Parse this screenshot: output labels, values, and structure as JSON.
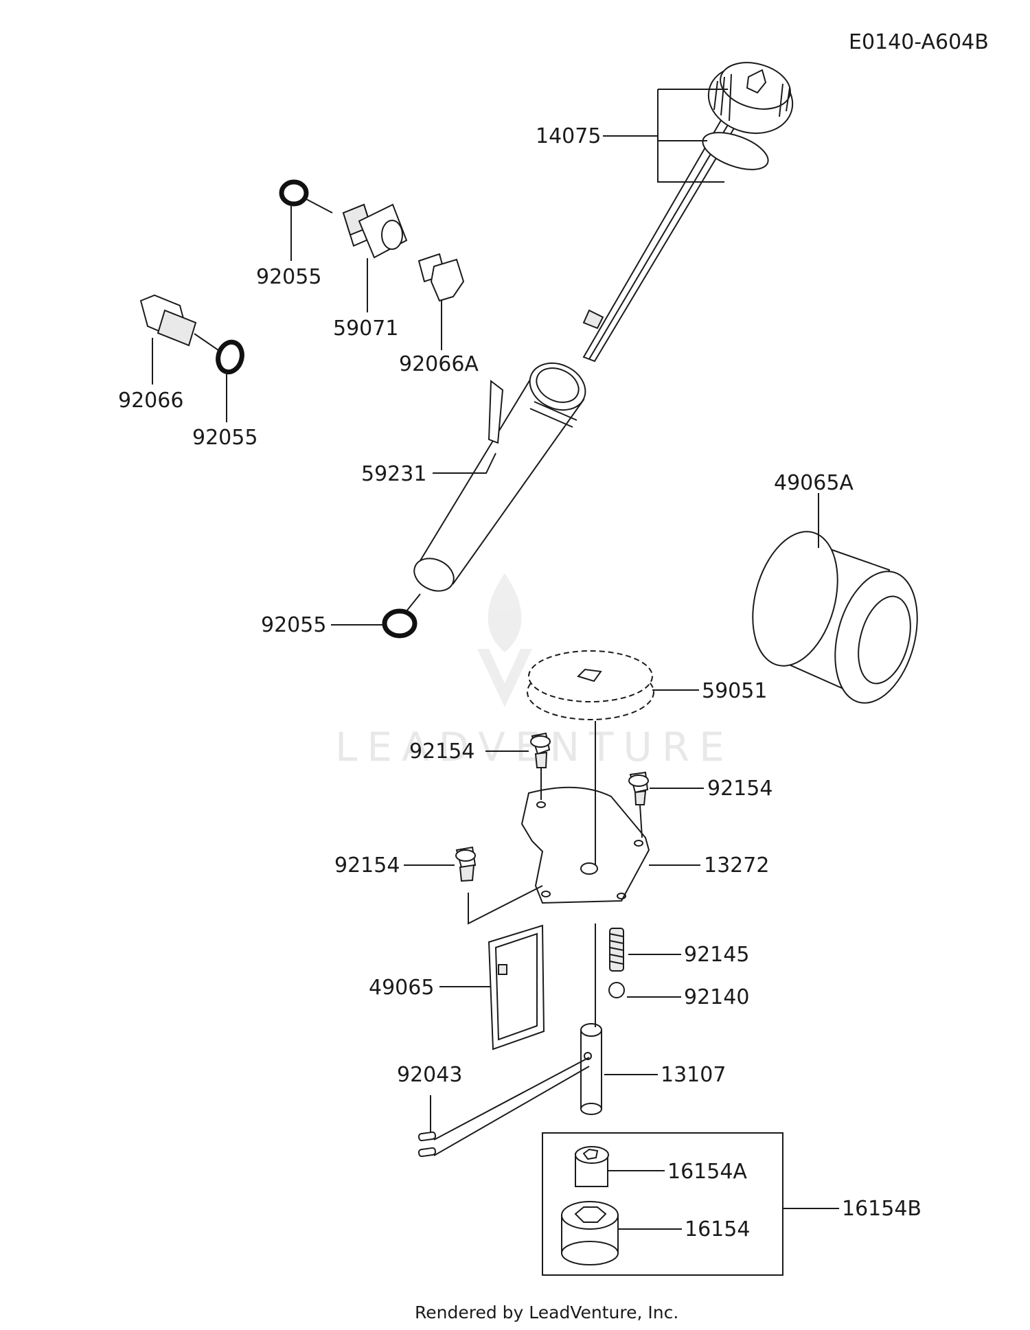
{
  "diagram_code": "E0140-A604B",
  "watermark": "LEADVENTURE",
  "footer": "Rendered by LeadVenture, Inc.",
  "callouts": {
    "dipstick": "14075",
    "oring_upper": "92055",
    "fitting": "59071",
    "plug_small": "92066A",
    "plug": "92066",
    "oring_plug": "92055",
    "filler_tube": "59231",
    "oring_tube": "92055",
    "oil_filter": "49065A",
    "pump_gear": "59051",
    "bolt_top": "92154",
    "bolt_right": "92154",
    "bolt_left": "92154",
    "pump_cover": "13272",
    "spring": "92145",
    "ball": "92140",
    "strainer": "49065",
    "pins": "92043",
    "shaft": "13107",
    "rotor_inner": "16154A",
    "rotor_outer": "16154",
    "rotor_set": "16154B"
  }
}
